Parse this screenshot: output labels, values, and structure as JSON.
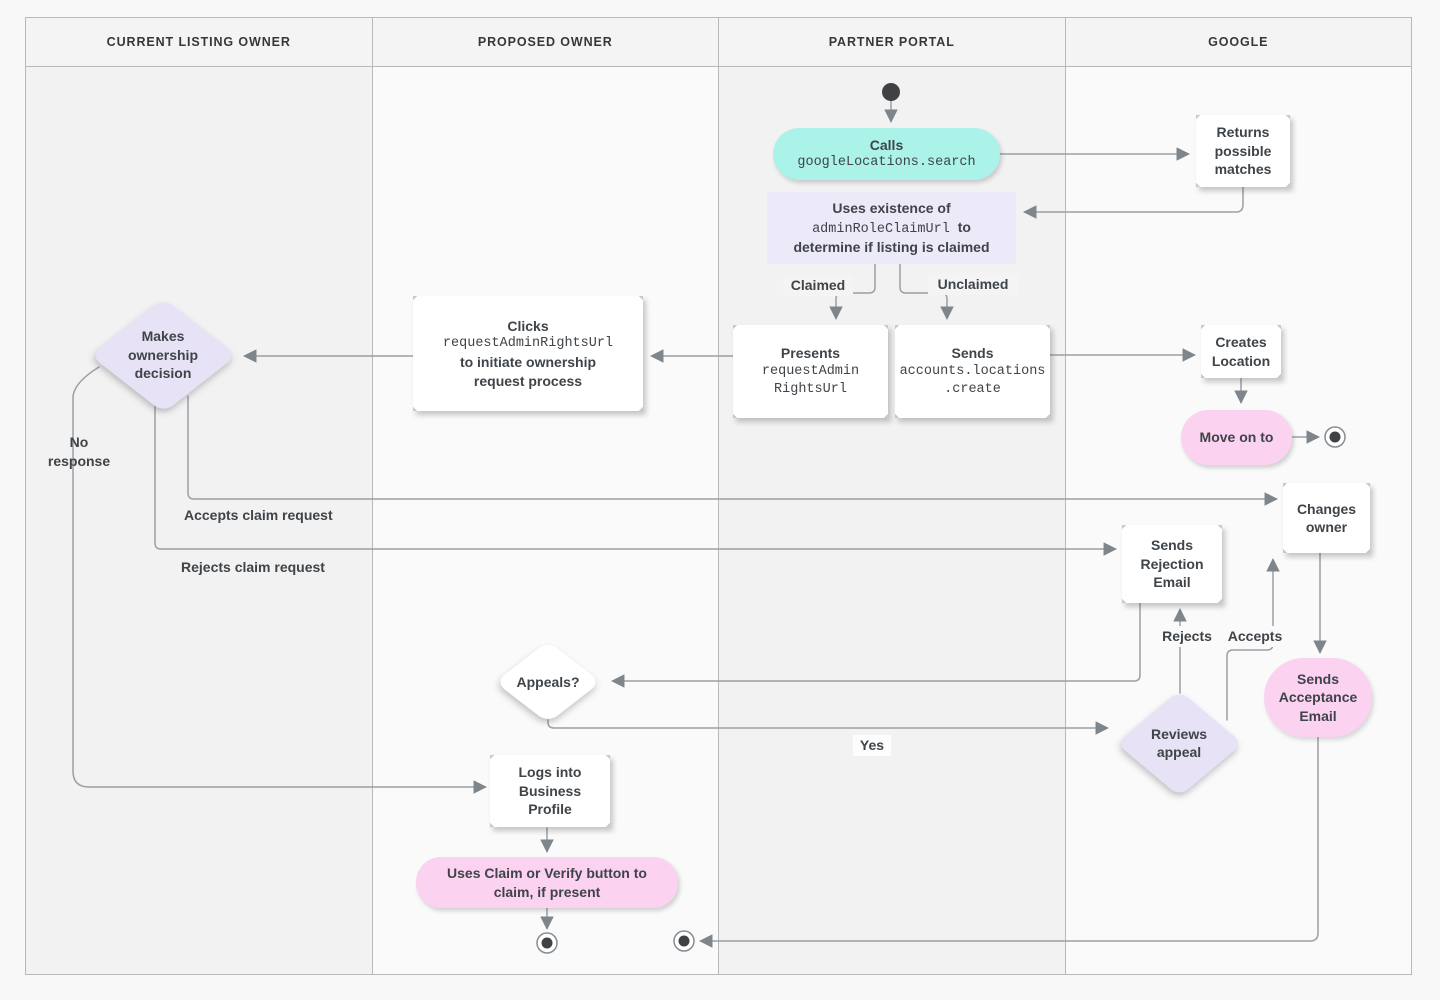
{
  "diagram": {
    "lanes": [
      {
        "label": "CURRENT LISTING OWNER"
      },
      {
        "label": "PROPOSED OWNER"
      },
      {
        "label": "PARTNER PORTAL"
      },
      {
        "label": "GOOGLE"
      }
    ],
    "nodes": {
      "calls": {
        "title": "Calls",
        "code": "googleLocations.search"
      },
      "returns_matches": {
        "label": "Returns possible matches"
      },
      "uses_existence": {
        "line1": "Uses existence of",
        "code": "adminRoleClaimUrl",
        "line2_suffix": "to",
        "line3": "determine if listing is claimed"
      },
      "presents": {
        "title": "Presents",
        "code_lines": [
          "requestAdmin",
          "RightsUrl"
        ]
      },
      "sends_create": {
        "title": "Sends",
        "code_lines": [
          "accounts.locations",
          ".create"
        ]
      },
      "clicks": {
        "line1": "Clicks",
        "code": "requestAdminRightsUrl",
        "line3": "to initiate ownership",
        "line4": "request process"
      },
      "makes_decision": {
        "label": "Makes ownership decision"
      },
      "creates_location": {
        "label": "Creates Location"
      },
      "move_on": {
        "label": "Move on to"
      },
      "changes_owner": {
        "label": "Changes owner"
      },
      "sends_rejection": {
        "label": "Sends Rejection Email"
      },
      "appeals": {
        "label": "Appeals?"
      },
      "reviews_appeal": {
        "label": "Reviews appeal"
      },
      "sends_acceptance": {
        "label": "Sends Acceptance Email"
      },
      "logs_into": {
        "label": "Logs into Business Profile"
      },
      "uses_claim": {
        "label": "Uses Claim or Verify button to claim, if present"
      }
    },
    "edge_labels": {
      "claimed": "Claimed",
      "unclaimed": "Unclaimed",
      "no_response": "No response",
      "accepts_claim": "Accepts claim request",
      "rejects_claim": "Rejects claim request",
      "rejects": "Rejects",
      "accepts": "Accepts",
      "yes": "Yes"
    },
    "colors": {
      "teal": "#abf3e9",
      "pink": "#fbd2f0",
      "lavender": "#e7e2f6",
      "lavender_panel": "#ece9f8",
      "line": "#9aa0a6",
      "text": "#3f4449"
    }
  }
}
